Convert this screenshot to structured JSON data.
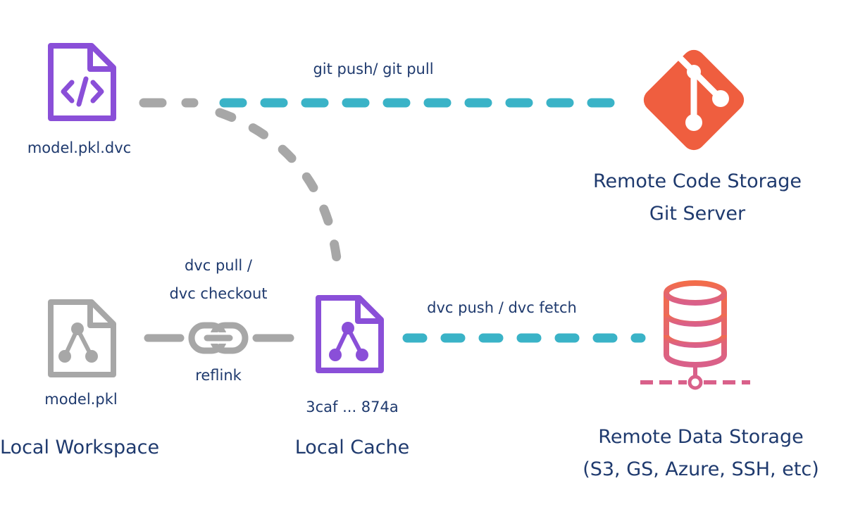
{
  "labels": {
    "git_push_pull": "git push/ git pull",
    "model_pkl_dvc": "model.pkl.dvc",
    "remote_code_line1": "Remote Code Storage",
    "remote_code_line2": "Git Server",
    "dvc_pull_line1": "dvc pull /",
    "dvc_pull_line2": "dvc checkout",
    "dvc_push_fetch": "dvc push / dvc fetch",
    "reflink": "reflink",
    "model_pkl": "model.pkl",
    "cache_hash": "3caf ... 874a",
    "local_workspace": "Local Workspace",
    "local_cache": "Local Cache",
    "remote_data_line1": "Remote Data Storage",
    "remote_data_line2": "(S3, GS, Azure, SSH, etc)"
  },
  "colors": {
    "purple": "#8a4fd8",
    "teal": "#3ab3c7",
    "gray": "#a7a7a7",
    "git_orange": "#ef5e3f",
    "db_top": "#f36d4a",
    "db_bottom": "#d9608a",
    "text": "#1f3a6e"
  },
  "icons": {
    "dvc_file": "code-file-icon",
    "git": "git-logo-icon",
    "workspace_file": "file-graph-icon",
    "cache_file": "file-graph-icon",
    "link": "link-icon",
    "database": "database-icon"
  }
}
